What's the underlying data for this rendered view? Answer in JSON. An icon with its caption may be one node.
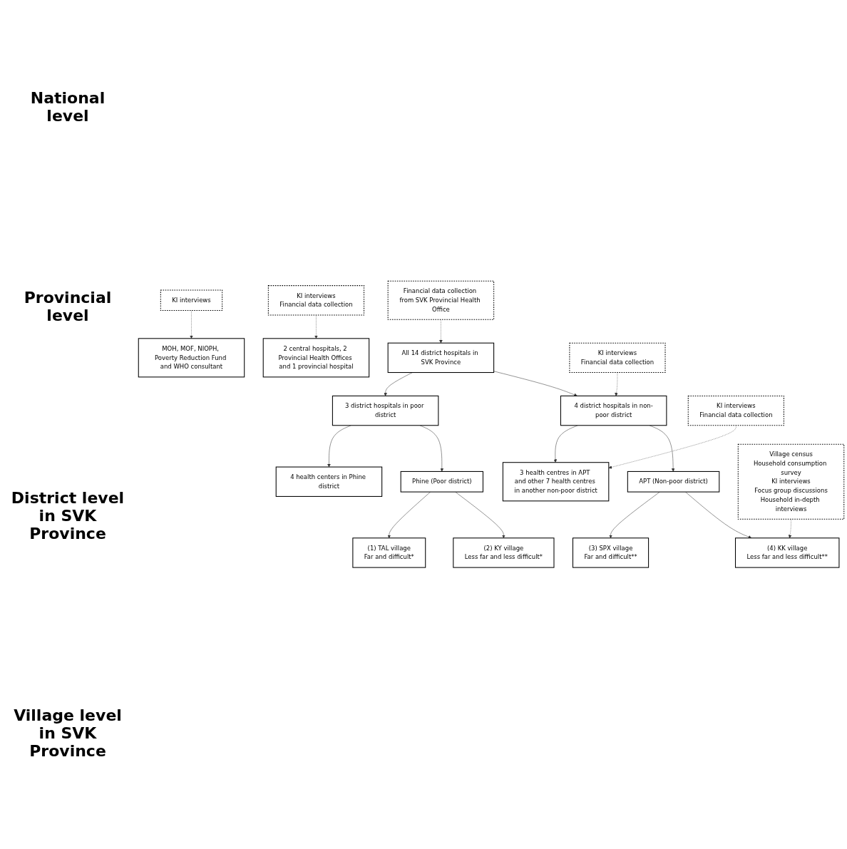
{
  "diagram": {
    "nodes": [
      {
        "text": [
          "MOH, MOF, NIOPH, Poverty Reduction Fund and WHO consultant"
        ]
      },
      {
        "text": [
          "KI interviews"
        ]
      },
      {
        "text": [
          "2 central hospitals, 2 Provincial Health Offices and 1 provincial hospital"
        ]
      },
      {
        "text": [
          "KI interviews",
          "Financial data collection"
        ]
      },
      {
        "text": [
          "All 14 district hospitals in SVK Province"
        ]
      },
      {
        "text": [
          "Financial data collection from SVK Provincial Health Office"
        ]
      },
      {
        "text": [
          "3 district hospitals in poor district"
        ]
      },
      {
        "text": [
          "4 district hospitals in non-poor district"
        ]
      },
      {
        "text": [
          "KI interviews",
          "Financial data collection"
        ]
      },
      {
        "text": [
          "4 health centers in Phine district"
        ]
      },
      {
        "text": [
          "3 health centres in APT and other 7 health centres in another non-poor district"
        ]
      },
      {
        "text": [
          "KI interviews",
          "Financial data collection"
        ]
      },
      {
        "text": [
          "Phine (Poor district)"
        ]
      },
      {
        "text": [
          "APT (Non-poor district)"
        ]
      },
      {
        "text": [
          "Village census",
          "Household consumption survey",
          "KI interviews",
          "Focus group discussions",
          "Household in-depth interviews"
        ]
      },
      {
        "text": [
          "(1) TAL village",
          "Far and difficult*"
        ]
      },
      {
        "text": [
          "(2) KY village",
          "Less far and less difficult*"
        ]
      },
      {
        "text": [
          "(3) SPX village",
          "Far and difficult**"
        ]
      },
      {
        "text": [
          "(4) KK village",
          "Less far and less difficult**"
        ]
      }
    ],
    "edges": [
      {
        "from": 1,
        "to": 0,
        "arrow": "to",
        "style": "dashed"
      },
      {
        "from": 3,
        "to": 2,
        "arrow": "to",
        "style": "dashed"
      },
      {
        "from": 5,
        "to": 4,
        "arrow": "to",
        "style": "dashed"
      },
      {
        "from": 4,
        "to": 6,
        "arrow": "to"
      },
      {
        "from": 4,
        "to": 7,
        "arrow": "to"
      },
      {
        "from": 8,
        "to": 7,
        "arrow": "to",
        "style": "dashed"
      },
      {
        "from": 6,
        "to": 9,
        "arrow": "to"
      },
      {
        "from": 7,
        "to": 10,
        "arrow": "to"
      },
      {
        "from": 11,
        "to": 10,
        "arrow": "to",
        "style": "dashed"
      },
      {
        "from": 6,
        "to": 12,
        "arrow": "to"
      },
      {
        "from": 7,
        "to": 13,
        "arrow": "to"
      },
      {
        "from": 12,
        "to": 15,
        "arrow": "to"
      },
      {
        "from": 12,
        "to": 16,
        "arrow": "to"
      },
      {
        "from": 13,
        "to": 17,
        "arrow": "to"
      },
      {
        "from": 13,
        "to": 18,
        "arrow": "to"
      },
      {
        "from": 14,
        "to": 18,
        "arrow": "to",
        "style": "dashed"
      }
    ],
    "labels": [
      "National level",
      "Provincial level",
      "District level in SVK Province",
      "Village level in SVK Province"
    ]
  }
}
